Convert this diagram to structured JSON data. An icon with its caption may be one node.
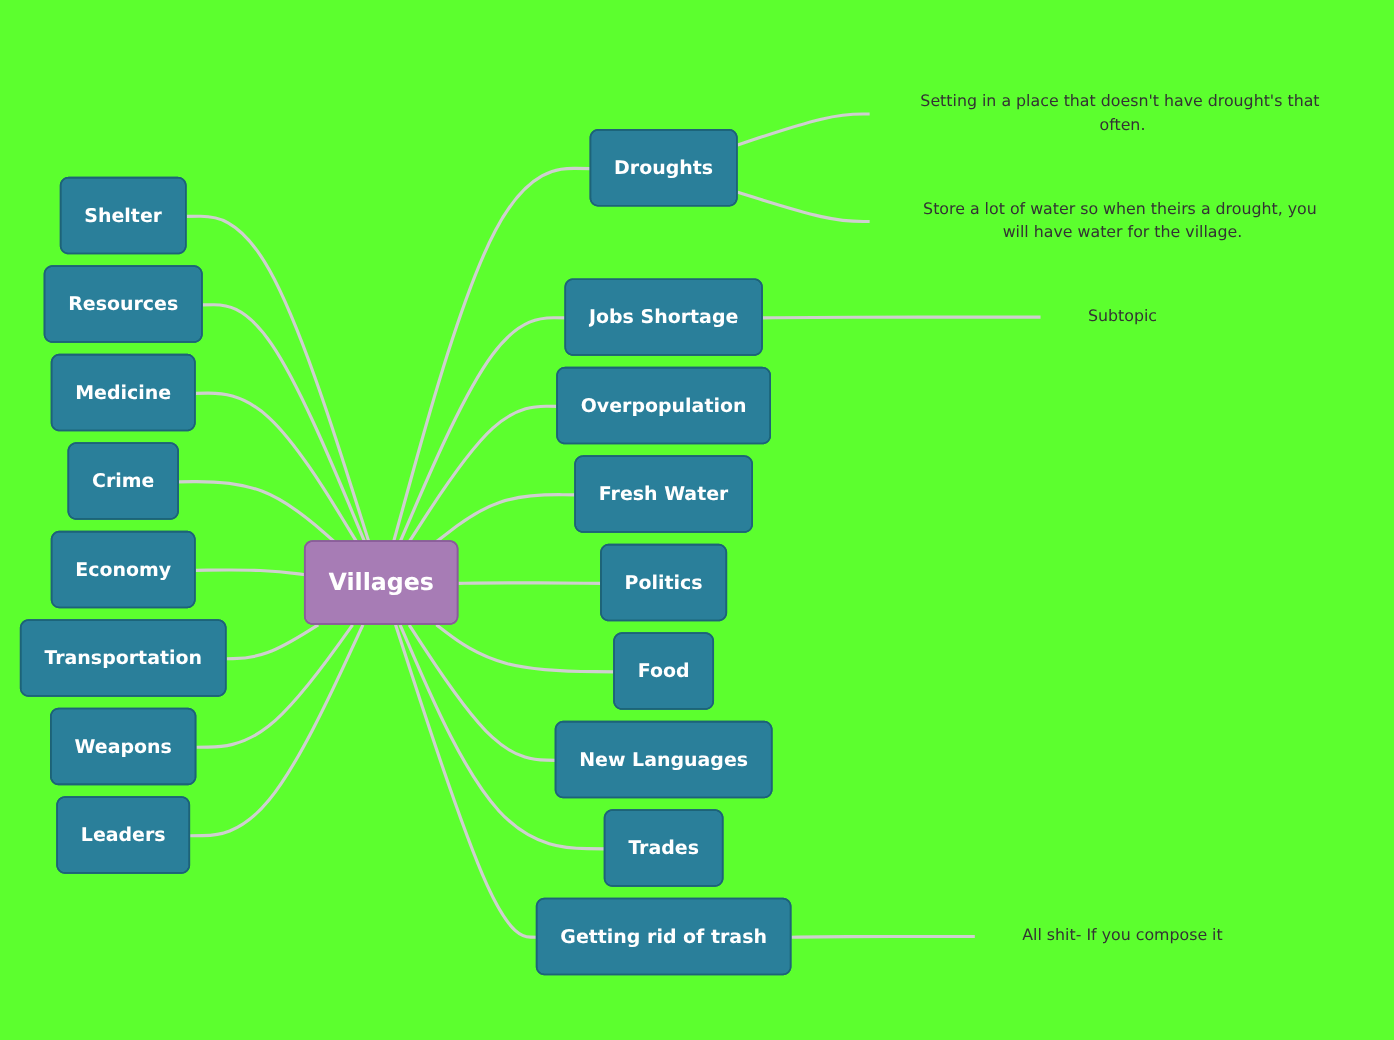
{
  "diagram": {
    "nodes": [
      {
        "text": [
          "Villages"
        ]
      },
      {
        "text": [
          "Droughts"
        ]
      },
      {
        "text": [
          "Jobs Shortage"
        ]
      },
      {
        "text": [
          "Overpopulation"
        ]
      },
      {
        "text": [
          "Fresh Water"
        ]
      },
      {
        "text": [
          "Politics"
        ]
      },
      {
        "text": [
          "Food"
        ]
      },
      {
        "text": [
          "New Languages"
        ]
      },
      {
        "text": [
          "Trades"
        ]
      },
      {
        "text": [
          "Getting rid of trash"
        ]
      },
      {
        "text": [
          "Shelter"
        ]
      },
      {
        "text": [
          "Resources"
        ]
      },
      {
        "text": [
          "Medicine"
        ]
      },
      {
        "text": [
          "Crime"
        ]
      },
      {
        "text": [
          "Economy"
        ]
      },
      {
        "text": [
          "Transportation"
        ]
      },
      {
        "text": [
          "Weapons"
        ]
      },
      {
        "text": [
          "Leaders"
        ]
      },
      {
        "text": [
          "Setting in a place that doesn't have drought's that often."
        ]
      },
      {
        "text": [
          "Store a lot of water so when theirs a drought, you will have water for the village."
        ]
      },
      {
        "text": [
          "Subtopic"
        ]
      },
      {
        "text": [
          "All shit- If you compose it"
        ]
      }
    ],
    "edges": [
      {
        "from": 0,
        "to": 1,
        "arrow": "none"
      },
      {
        "from": 0,
        "to": 2,
        "arrow": "none"
      },
      {
        "from": 0,
        "to": 3,
        "arrow": "none"
      },
      {
        "from": 0,
        "to": 4,
        "arrow": "none"
      },
      {
        "from": 0,
        "to": 5,
        "arrow": "none"
      },
      {
        "from": 0,
        "to": 6,
        "arrow": "none"
      },
      {
        "from": 0,
        "to": 7,
        "arrow": "none"
      },
      {
        "from": 0,
        "to": 8,
        "arrow": "none"
      },
      {
        "from": 0,
        "to": 9,
        "arrow": "none"
      },
      {
        "from": 10,
        "to": 0,
        "arrow": "none"
      },
      {
        "from": 11,
        "to": 0,
        "arrow": "none"
      },
      {
        "from": 12,
        "to": 0,
        "arrow": "none"
      },
      {
        "from": 13,
        "to": 0,
        "arrow": "none"
      },
      {
        "from": 14,
        "to": 0,
        "arrow": "none"
      },
      {
        "from": 15,
        "to": 0,
        "arrow": "none"
      },
      {
        "from": 16,
        "to": 0,
        "arrow": "none"
      },
      {
        "from": 17,
        "to": 0,
        "arrow": "none"
      },
      {
        "from": 1,
        "to": 18,
        "arrow": "none"
      },
      {
        "from": 1,
        "to": 19,
        "arrow": "none"
      },
      {
        "from": 2,
        "to": 20,
        "arrow": "none"
      },
      {
        "from": 9,
        "to": 21,
        "arrow": "none"
      }
    ]
  }
}
